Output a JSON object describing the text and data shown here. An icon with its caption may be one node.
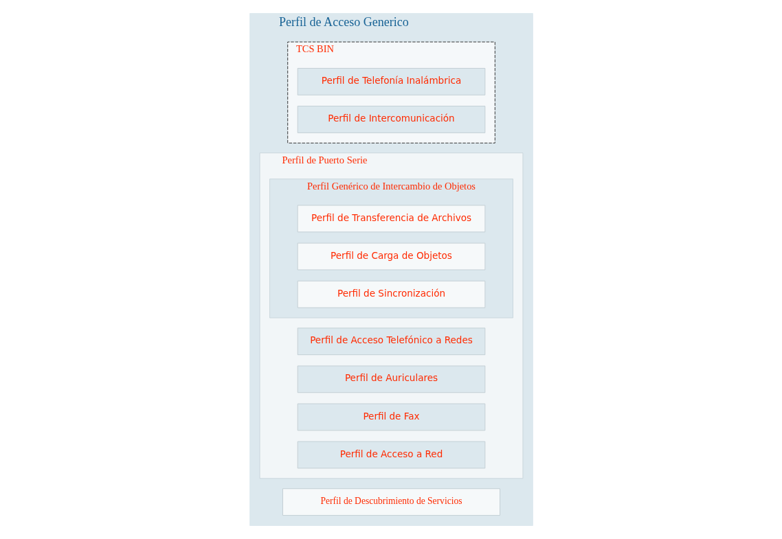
{
  "diagram": {
    "nodes": [
      {
        "text": [
          "Perfil de Acceso Generico"
        ]
      },
      {
        "text": [
          "Perfil de Descubrimiento de Servicios"
        ],
        "in": 0
      },
      {
        "text": [
          "TCS BIN"
        ],
        "in": 0
      },
      {
        "text": [
          "Perfil de Telefonía Inalámbrica"
        ],
        "in": 2
      },
      {
        "text": [
          "Perfil de Intercomunicación"
        ],
        "in": 2
      },
      {
        "text": [
          "Perfil de Puerto Serie"
        ],
        "in": 0
      },
      {
        "text": [
          "Perfil de Acceso Telefónico a Redes"
        ],
        "in": 5
      },
      {
        "text": [
          "Perfil de Auriculares"
        ],
        "in": 5
      },
      {
        "text": [
          "Perfil de Fax"
        ],
        "in": 5
      },
      {
        "text": [
          "Perfil de Acceso a Red"
        ],
        "in": 5
      },
      {
        "text": [
          "Perfil Genérico de Intercambio de Objetos"
        ],
        "in": 5
      },
      {
        "text": [
          "Perfil de Transferencia de Archivos"
        ],
        "in": 10
      },
      {
        "text": [
          "Perfil de Carga de Objetos"
        ],
        "in": 10
      },
      {
        "text": [
          "Perfil de Sincronización"
        ],
        "in": 10
      }
    ],
    "edges": []
  }
}
